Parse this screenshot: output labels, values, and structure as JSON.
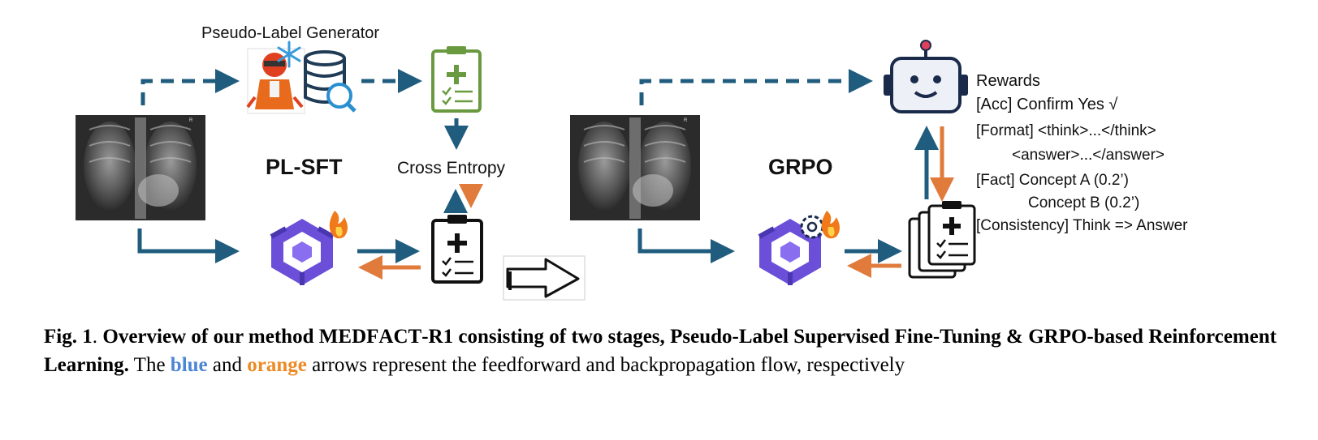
{
  "diagram": {
    "pseudo_label_generator": "Pseudo-Label Generator",
    "stage1_label": "PL-SFT",
    "cross_entropy": "Cross Entropy",
    "stage2_label": "GRPO",
    "xray_badge": "R",
    "rewards": {
      "title": "Rewards",
      "acc": "[Acc] Confirm Yes √",
      "format_1": "[Format] <think>...</think>",
      "format_2": "<answer>...</answer>",
      "fact_1": "[Fact] Concept A (0.2’)",
      "fact_2": "Concept B (0.2’)",
      "consistency": "[Consistency] Think => Answer"
    },
    "colors": {
      "blue": "#1f5c7e",
      "orange": "#e07b3c",
      "green": "#6a9a3f",
      "purple": "#6b4fd8"
    },
    "icons": [
      "mascot-icon",
      "database-search-icon",
      "clipboard-icon",
      "robot-icon",
      "model-logo-icon",
      "flame-icon",
      "gear-icon",
      "big-arrow-icon",
      "snowflake-icon"
    ]
  },
  "caption": {
    "fig": "Fig. 1",
    "sep": ". ",
    "bold_a": "Overview of our method M",
    "sc_a": "ED",
    "bold_b": "F",
    "sc_b": "ACT",
    "bold_c": "-R1 consisting of two stages, Pseudo-Label Supervised Fine-Tuning & GRPO-based Reinforcement Learning.",
    "text_a": " The ",
    "blue_word": "blue",
    "text_b": " and ",
    "orange_word": "orange",
    "text_c": " arrows represent the feedforward and backpropagation flow, respectively"
  }
}
